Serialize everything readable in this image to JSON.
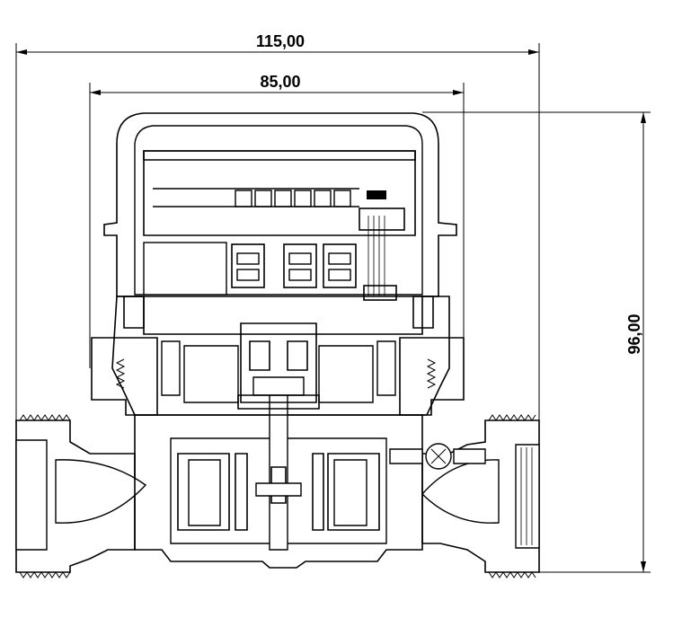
{
  "drawing": {
    "subject": "water-meter-cross-section",
    "dimensions": {
      "overall_width": "115,00",
      "body_width": "85,00",
      "overall_height": "96,00"
    }
  }
}
